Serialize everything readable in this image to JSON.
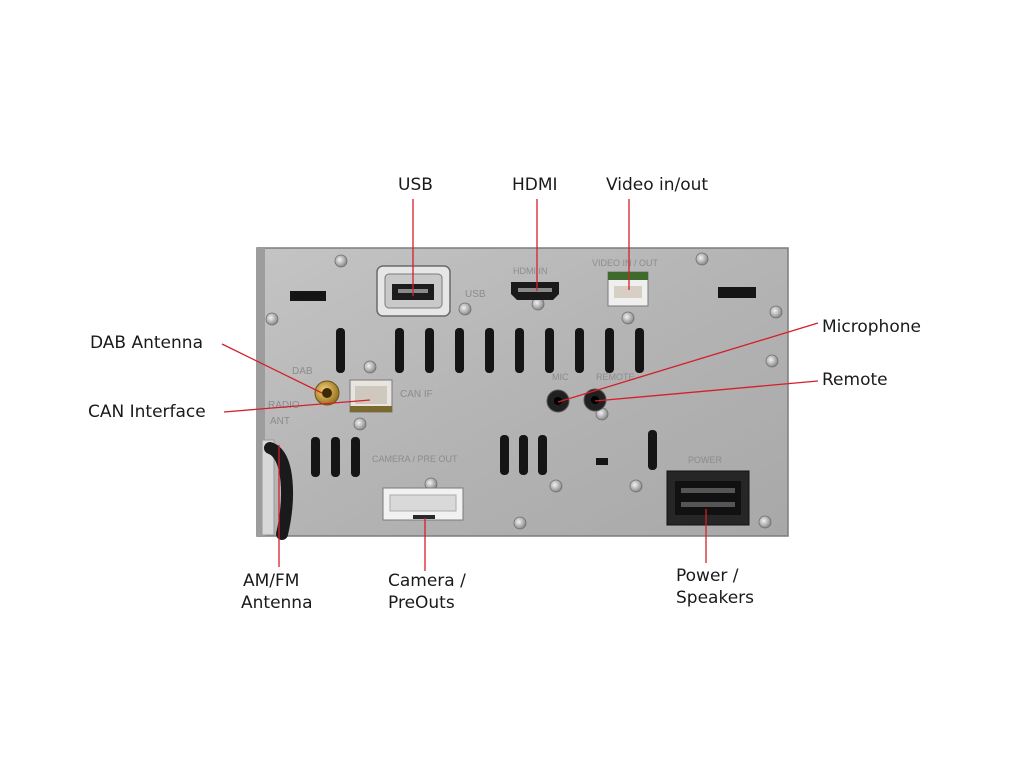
{
  "labels": {
    "usb": "USB",
    "hdmi": "HDMI",
    "video": "Video in/out",
    "microphone": "Microphone",
    "remote": "Remote",
    "dab": "DAB Antenna",
    "can": "CAN Interface",
    "amfm_1": "AM/FM",
    "amfm_2": "Antenna",
    "camera_1": "Camera /",
    "camera_2": "PreOuts",
    "power_1": "Power /",
    "power_2": "Speakers"
  },
  "panel_text": {
    "usb": "USB",
    "hdmi": "HDMI IN",
    "video": "VIDEO IN / OUT",
    "dab": "DAB",
    "radio_1": "RADIO",
    "radio_2": "ANT",
    "can": "CAN IF",
    "mic": "MIC",
    "remote": "REMOTE",
    "camera": "CAMERA / PRE OUT",
    "power": "POWER"
  },
  "colors": {
    "leader": "#d4202a",
    "panel": "#b8b8b8"
  }
}
